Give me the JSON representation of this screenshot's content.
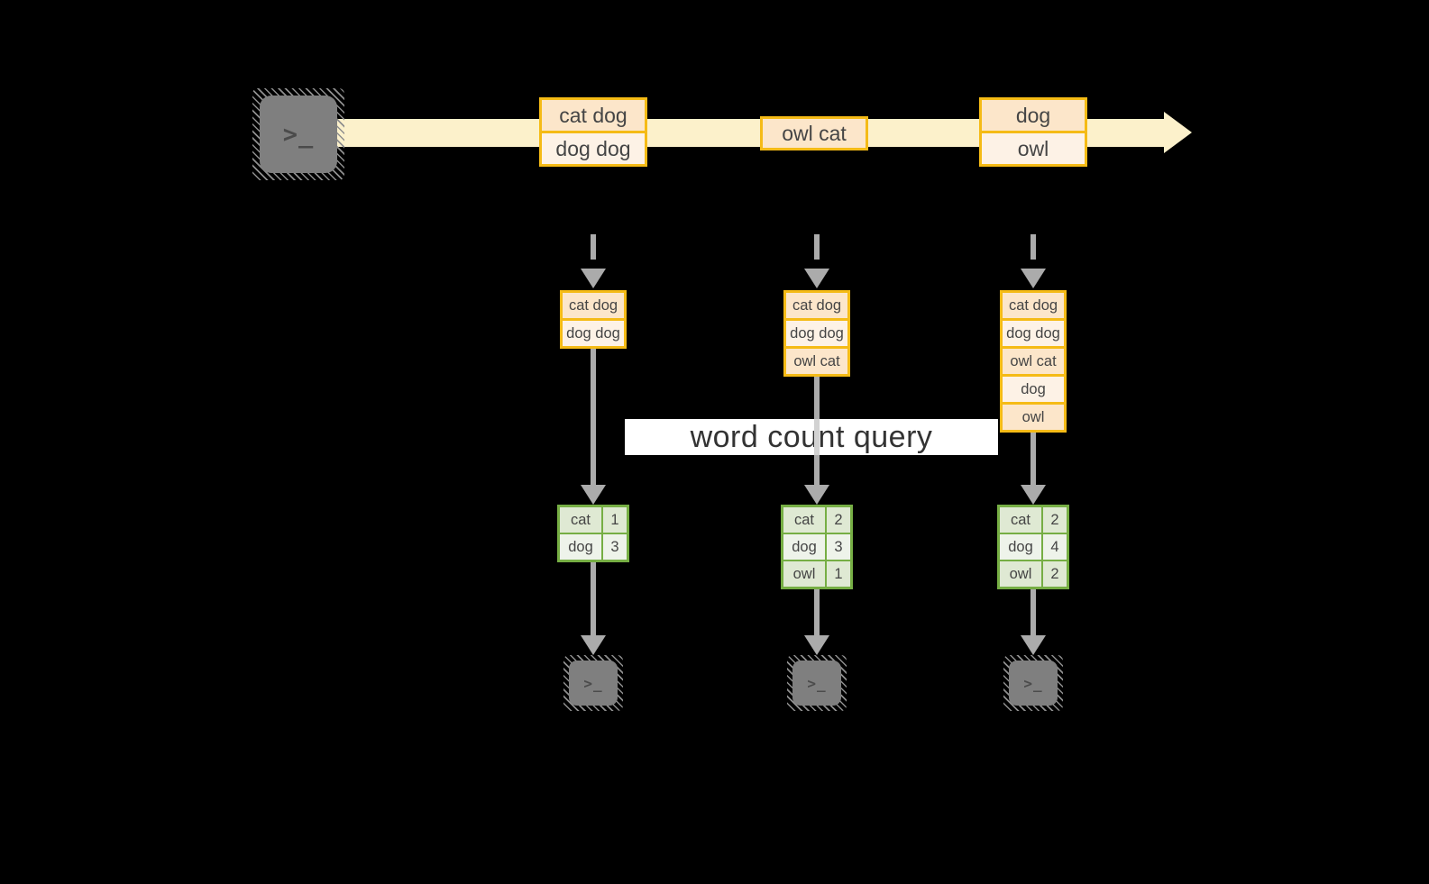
{
  "query_label": "word count query",
  "terminal_glyph": ">_",
  "stream": {
    "batches": [
      {
        "lines": [
          "cat dog",
          "dog dog"
        ]
      },
      {
        "lines": [
          "owl cat"
        ]
      },
      {
        "lines": [
          "dog",
          "owl"
        ]
      }
    ]
  },
  "columns": [
    {
      "input_lines": [
        "cat dog",
        "dog dog"
      ],
      "counts": [
        [
          "cat",
          "1"
        ],
        [
          "dog",
          "3"
        ]
      ]
    },
    {
      "input_lines": [
        "cat dog",
        "dog dog",
        "owl cat"
      ],
      "counts": [
        [
          "cat",
          "2"
        ],
        [
          "dog",
          "3"
        ],
        [
          "owl",
          "1"
        ]
      ]
    },
    {
      "input_lines": [
        "cat dog",
        "dog dog",
        "owl cat",
        "dog",
        "owl"
      ],
      "counts": [
        [
          "cat",
          "2"
        ],
        [
          "dog",
          "4"
        ],
        [
          "owl",
          "2"
        ]
      ]
    }
  ],
  "colors": {
    "background": "#000000",
    "stream_band": "#FCF1CB",
    "gold_border": "#F5BB16",
    "cell_dark": "#FCE6CA",
    "cell_light": "#FDF2E6",
    "green_border": "#76AE44",
    "green_cell_dark": "#DFE9D3",
    "green_cell_light": "#EEF3EA",
    "arrow_gray": "#ABABAB",
    "terminal_gray": "#7F7F7F",
    "query_band": "#FFFFFF"
  }
}
